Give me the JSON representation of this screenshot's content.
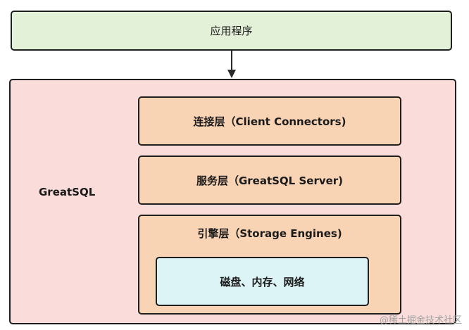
{
  "diagram": {
    "application": "应用程序",
    "greatsql": "GreatSQL",
    "layers": {
      "connection": "连接层（Client Connectors)",
      "service": "服务层（GreatSQL Server)",
      "engine": "引擎层（Storage Engines)"
    },
    "storage": "磁盘、内存、网络"
  },
  "watermark": "@稀土掘金技术社区"
}
